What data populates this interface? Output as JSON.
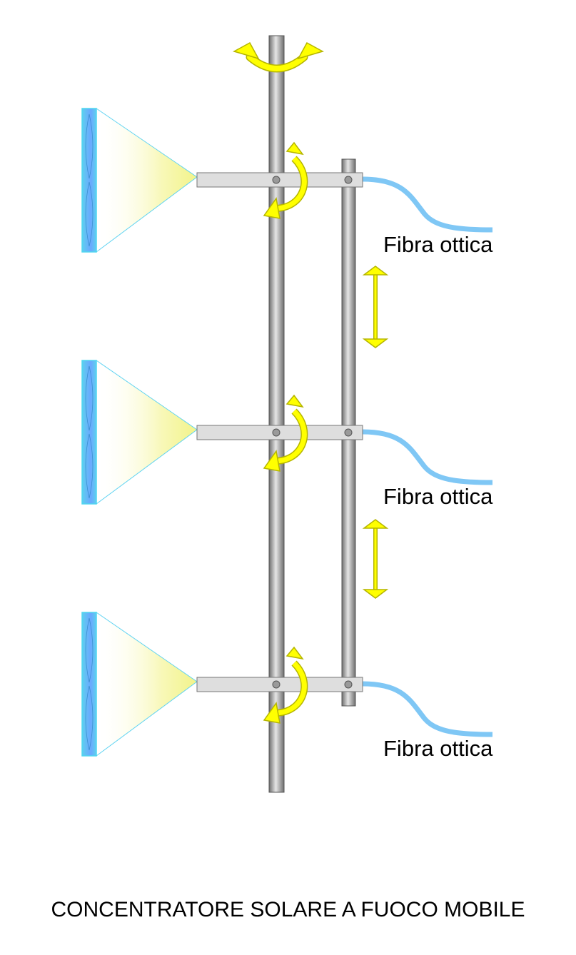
{
  "fiber_labels": [
    "Fibra ottica",
    "Fibra ottica",
    "Fibra ottica"
  ],
  "caption": "CONCENTRATORE SOLARE A FUOCO MOBILE",
  "colors": {
    "lens_fill": "#6fb7ff",
    "lens_edge": "#4fd6f0",
    "cone_light": "#f4f59a",
    "pole": "#9a9a9a",
    "arm": "#dcdcdc",
    "fiber": "#7fc7f5",
    "arrow": "#ffff00",
    "arrow_stroke": "#b5b500"
  },
  "icons": [
    "rotation-arrow-icon",
    "tilt-arrow-icon",
    "vertical-double-arrow-icon"
  ]
}
